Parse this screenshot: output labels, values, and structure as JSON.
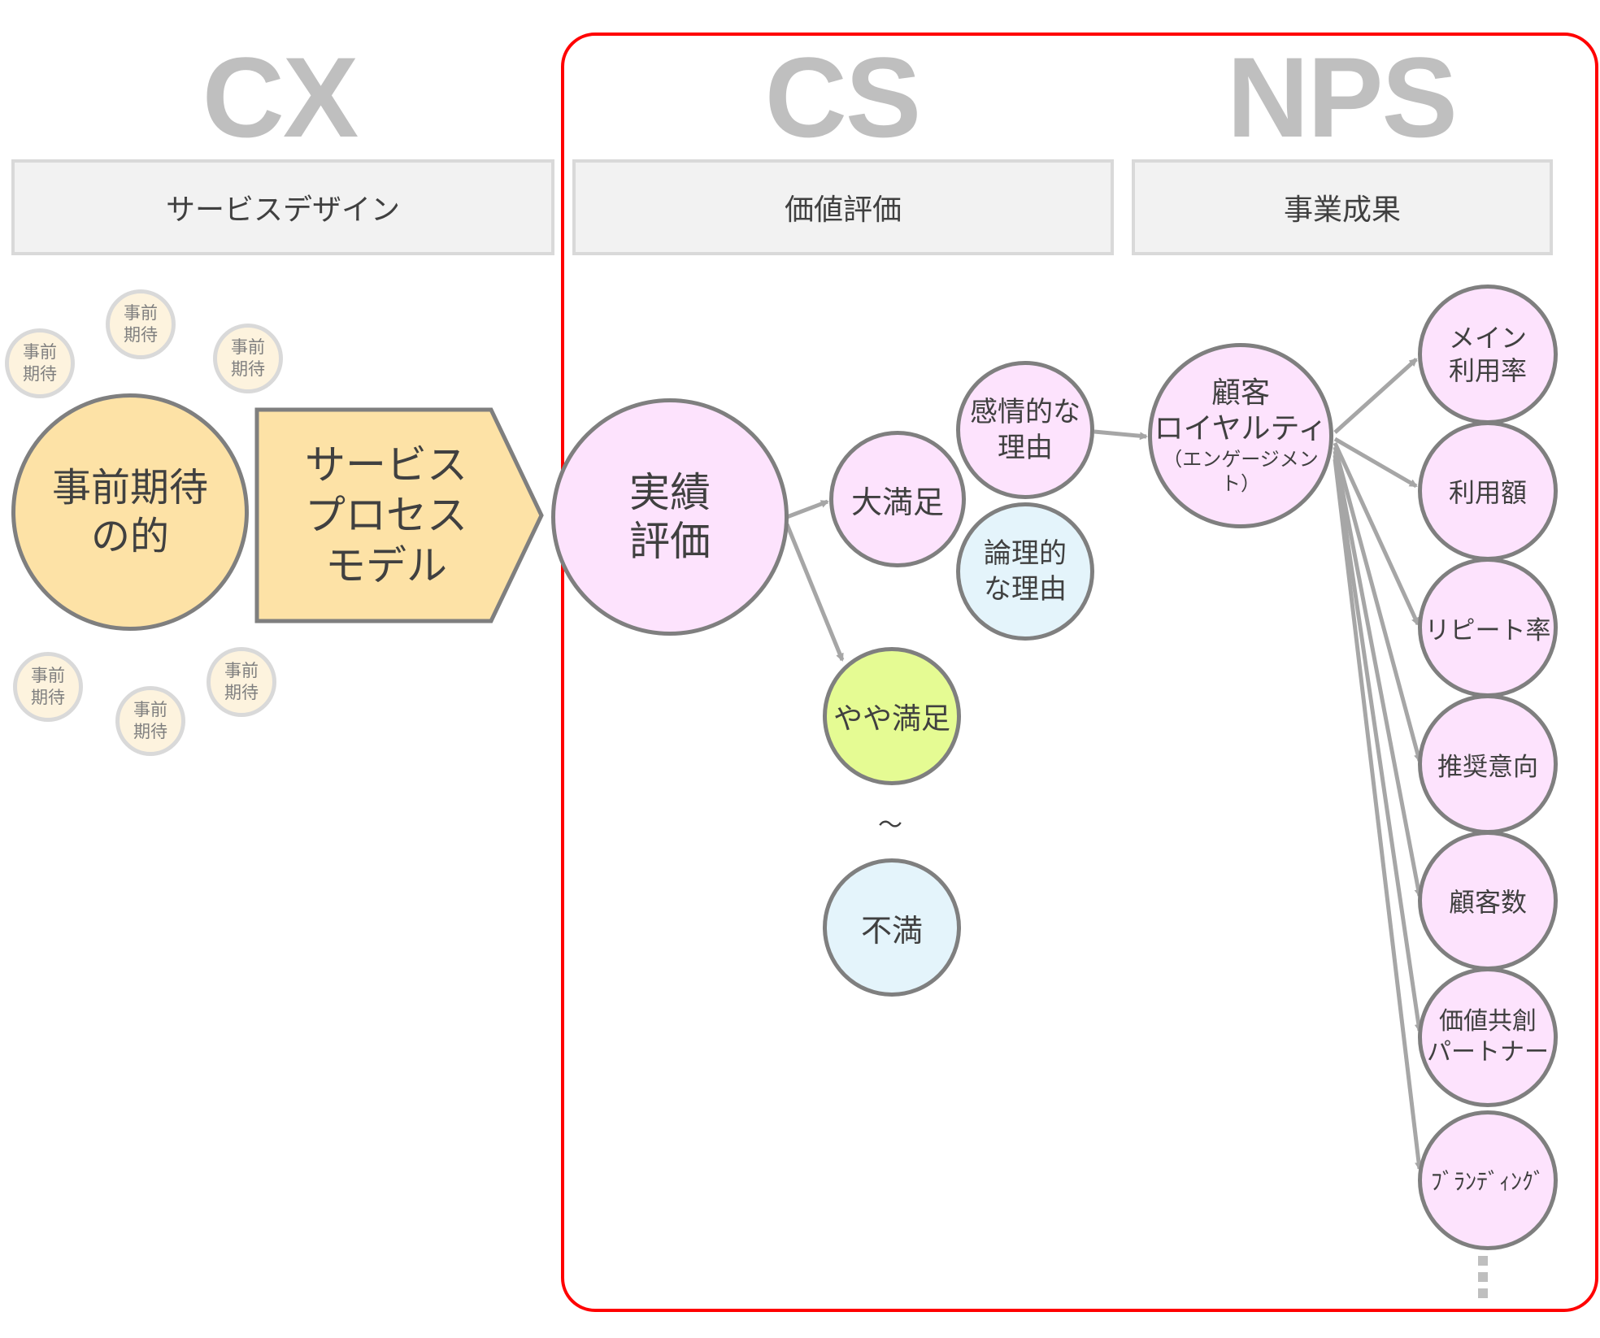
{
  "titles": {
    "cx": "CX",
    "cs": "CS",
    "nps": "NPS"
  },
  "bands": {
    "cx": "サービスデザイン",
    "cs": "価値評価",
    "nps": "事業成果"
  },
  "expectation_small": "事前\n期待",
  "expectation_main": "事前期待\nの的",
  "service_process": "サービス\nプロセス\nモデル",
  "performance": "実績\n評価",
  "satisfaction": {
    "very": "大満足",
    "somewhat": "やや満足",
    "tilde": "～",
    "dissatisfied": "不満"
  },
  "reasons": {
    "emotional": "感情的な\n理由",
    "logical": "論理的\nな理由"
  },
  "loyalty": {
    "main": "顧客\nロイヤルティ",
    "sub": "（エンゲージメント）"
  },
  "outcomes": [
    "メイン\n利用率",
    "利用額",
    "リピート率",
    "推奨意向",
    "顧客数",
    "価値共創\nパートナー",
    "ﾌﾞﾗﾝﾃﾞｨﾝｸﾞ"
  ],
  "colors": {
    "frame": "#ff0000",
    "arrow": "#a6a6a6",
    "pink": "#fde3fd",
    "blue": "#e4f4fb",
    "green": "#e5fb93",
    "orange": "#fde2a6"
  }
}
